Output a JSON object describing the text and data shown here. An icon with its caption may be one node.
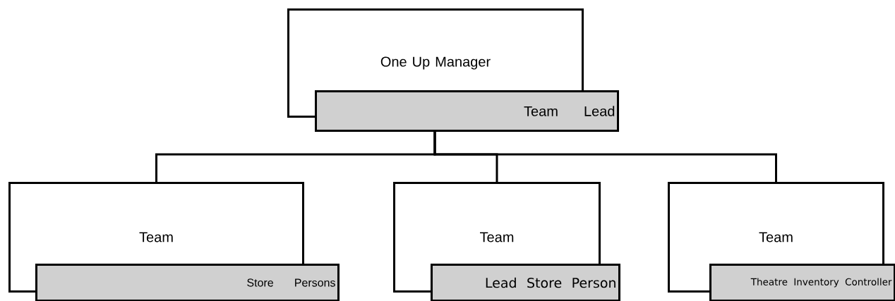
{
  "diagram": {
    "nodes": [
      {
        "text": [
          "One Up Manager"
        ]
      },
      {
        "text": [
          "Team Lead"
        ]
      },
      {
        "text": [
          "Team"
        ]
      },
      {
        "text": [
          "Store Persons"
        ]
      },
      {
        "text": [
          "Team"
        ]
      },
      {
        "text": [
          "Lead Store Person"
        ]
      },
      {
        "text": [
          "Team"
        ]
      },
      {
        "text": [
          "Theatre Inventory Controller"
        ]
      }
    ],
    "edges": [
      {
        "from": 1,
        "to": 2,
        "arrow": "none"
      },
      {
        "from": 1,
        "to": 4,
        "arrow": "none"
      },
      {
        "from": 1,
        "to": 6,
        "arrow": "none"
      }
    ]
  }
}
